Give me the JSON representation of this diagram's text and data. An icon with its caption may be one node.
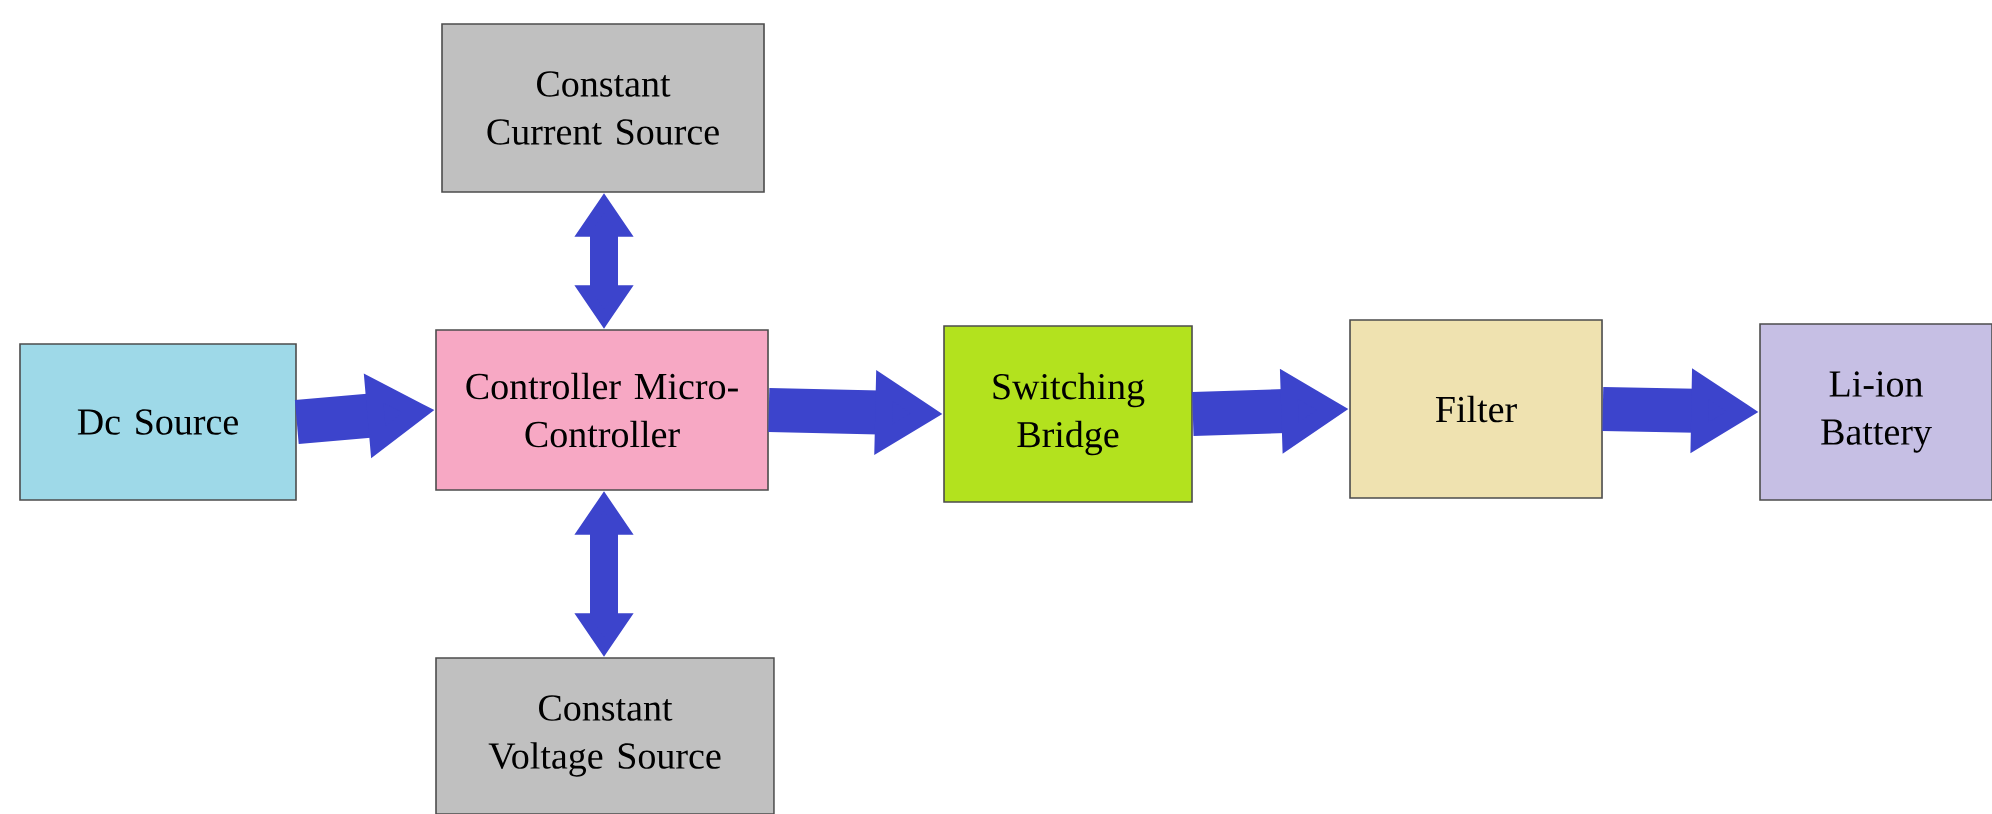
{
  "diagram": {
    "nodes": [
      {
        "text": [
          "Dc Source"
        ]
      },
      {
        "text": [
          "Controller Micro-Controller"
        ]
      },
      {
        "text": [
          "Constant Current Source"
        ]
      },
      {
        "text": [
          "Constant Voltage Source"
        ]
      },
      {
        "text": [
          "Switching Bridge"
        ]
      },
      {
        "text": [
          "Filter"
        ]
      },
      {
        "text": [
          "Li-ion Battery"
        ]
      }
    ],
    "edges": [
      {
        "from": 0,
        "to": 1,
        "arrow": "to"
      },
      {
        "from": 1,
        "to": 2,
        "arrow": "both"
      },
      {
        "from": 1,
        "to": 3,
        "arrow": "both"
      },
      {
        "from": 1,
        "to": 4,
        "arrow": "to"
      },
      {
        "from": 4,
        "to": 5,
        "arrow": "to"
      },
      {
        "from": 5,
        "to": 6,
        "arrow": "to"
      }
    ]
  }
}
